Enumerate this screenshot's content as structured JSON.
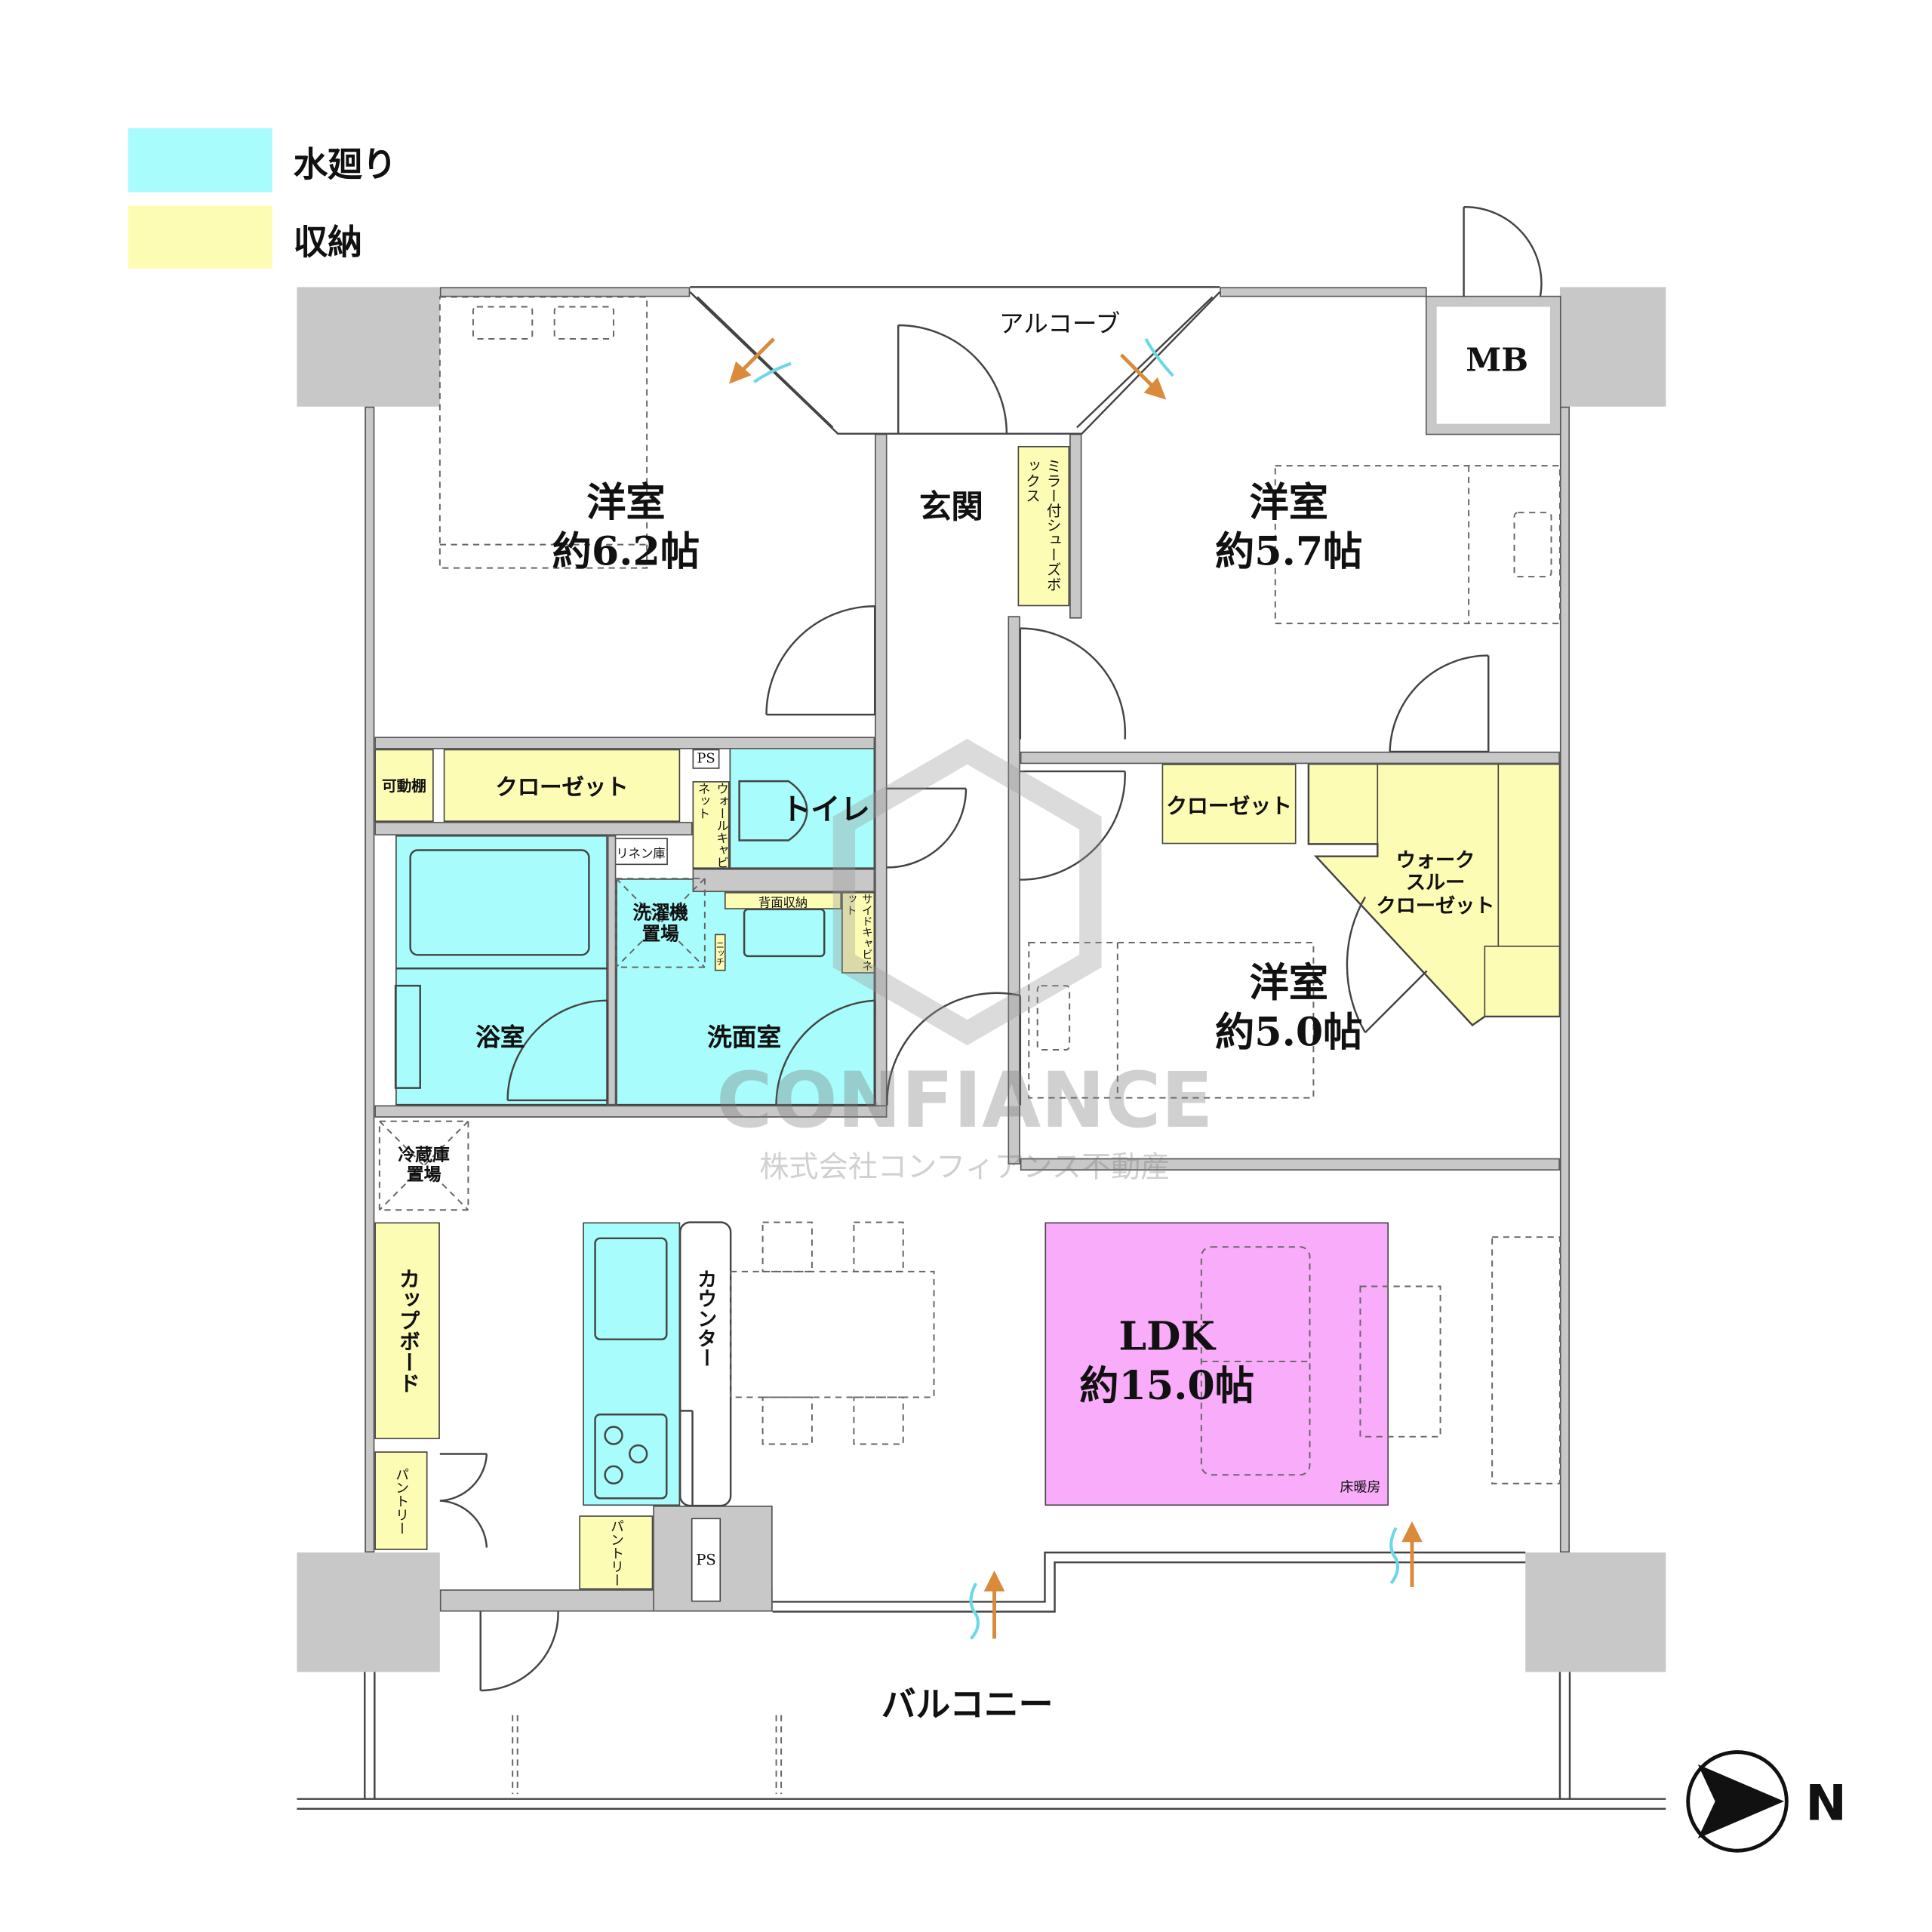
{
  "legend": [
    {
      "label": "水廻り",
      "color": "#a8fcfb"
    },
    {
      "label": "収納",
      "color": "#fdfcb4"
    }
  ],
  "rooms": {
    "western_1": {
      "name": "洋室",
      "size": "約6.2帖"
    },
    "western_2": {
      "name": "洋室",
      "size": "約5.7帖"
    },
    "western_3": {
      "name": "洋室",
      "size": "約5.0帖"
    },
    "ldk": {
      "name": "LDK",
      "size": "約15.0帖",
      "floor_heating": "床暖房"
    },
    "entrance": "玄関",
    "alcove": "アルコーブ",
    "mb": "MB",
    "toilet": "トイレ",
    "bath": "浴室",
    "washroom": "洗面室",
    "balcony": "バルコニー"
  },
  "storage": {
    "movable_shelf": "可動棚",
    "closet_1": "クローゼット",
    "closet_2": "クローゼット",
    "walk_through": "ウォーク\nスルー\nクローゼット",
    "wall_cabinet": "ウォールキャビネット",
    "linen": "リネン庫",
    "back_storage": "背面収納",
    "niche": "ニッチ",
    "side_cabinet": "サイドキャビネット",
    "shoes_box": "ミラー付シューズボックス",
    "cupboard": "カップボード",
    "pantry_1": "パントリー",
    "pantry_2": "パントリー"
  },
  "fixtures": {
    "ps_1": "PS",
    "ps_2": "PS",
    "washer": "洗濯機\n置場",
    "fridge": "冷蔵庫\n置場",
    "counter": "カウンター"
  },
  "watermark": {
    "brand": "CONFIANCE",
    "company": "株式会社コンフィアンス不動産"
  },
  "compass": {
    "label": "N"
  }
}
